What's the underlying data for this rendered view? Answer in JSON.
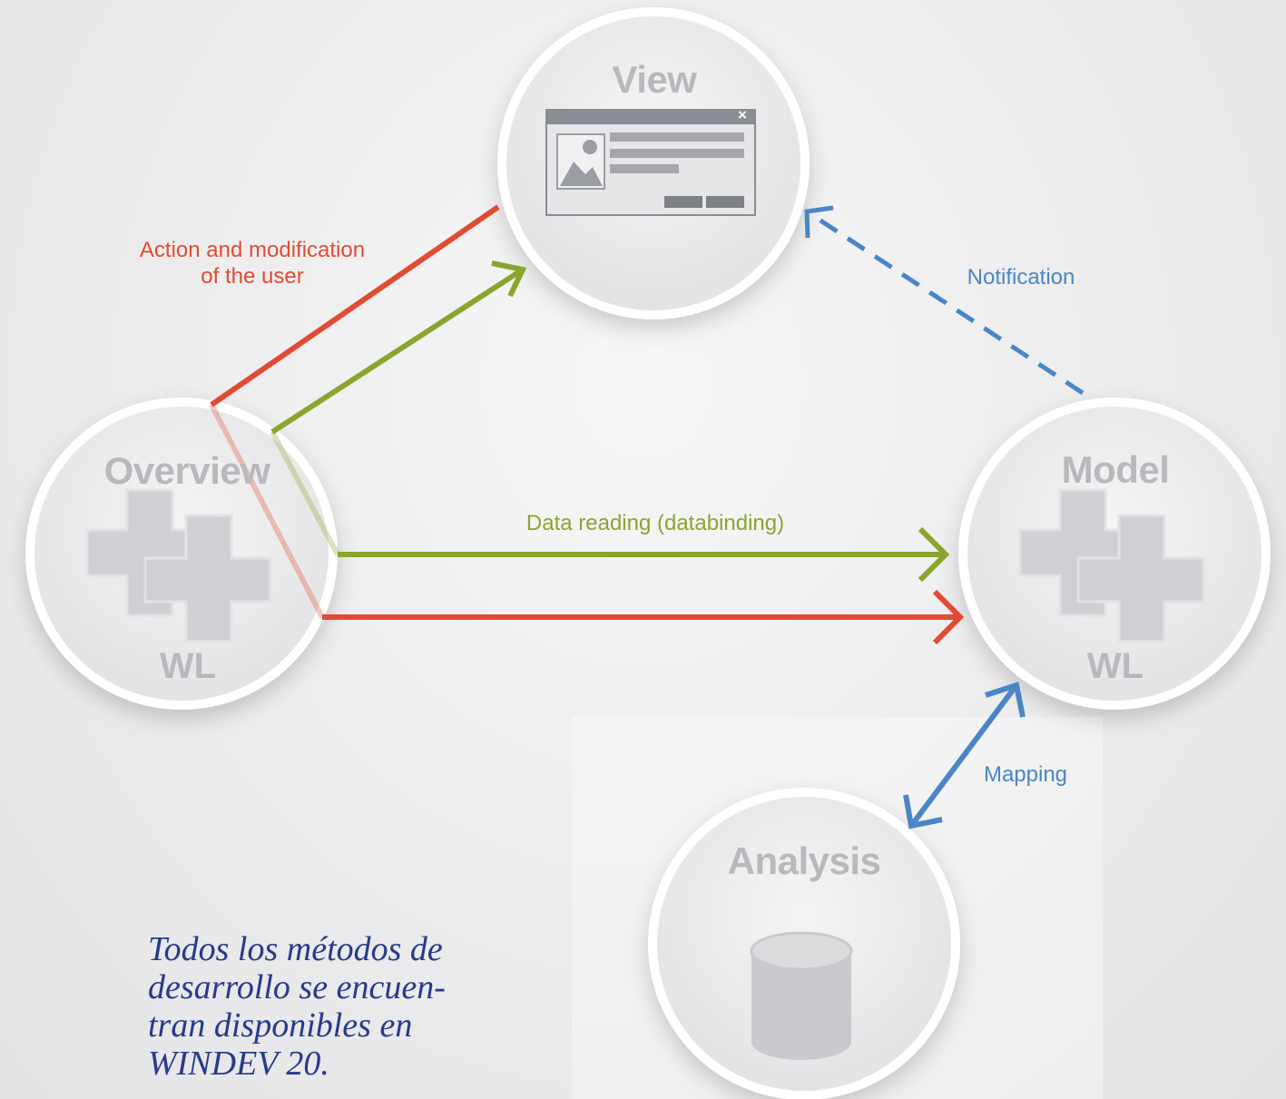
{
  "nodes": {
    "view": {
      "title": "View"
    },
    "overview": {
      "title": "Overview",
      "sub": "WL"
    },
    "model": {
      "title": "Model",
      "sub": "WL"
    },
    "analysis": {
      "title": "Analysis"
    }
  },
  "window_icon": {
    "close_glyph": "×"
  },
  "edges": {
    "action": {
      "label_line1": "Action and modification",
      "label_line2": "of the user"
    },
    "data_reading": {
      "label": "Data reading (databinding)"
    },
    "notification": {
      "label": "Notification"
    },
    "mapping": {
      "label": "Mapping"
    }
  },
  "caption": {
    "line1": "Todos los métodos de",
    "line2": "desarrollo se encuen-",
    "line3": "tran disponibles en",
    "line4": "WINDEV 20."
  },
  "colors": {
    "red": "#e24a33",
    "green": "#8aa52e",
    "blue": "#4a86c5",
    "node_text": "#b8b9bd",
    "caption": "#283a8c"
  },
  "icons": {
    "view": "window-mockup-icon",
    "overview": "plus-cross-icon",
    "model": "plus-cross-icon",
    "analysis": "database-cylinder-icon"
  }
}
